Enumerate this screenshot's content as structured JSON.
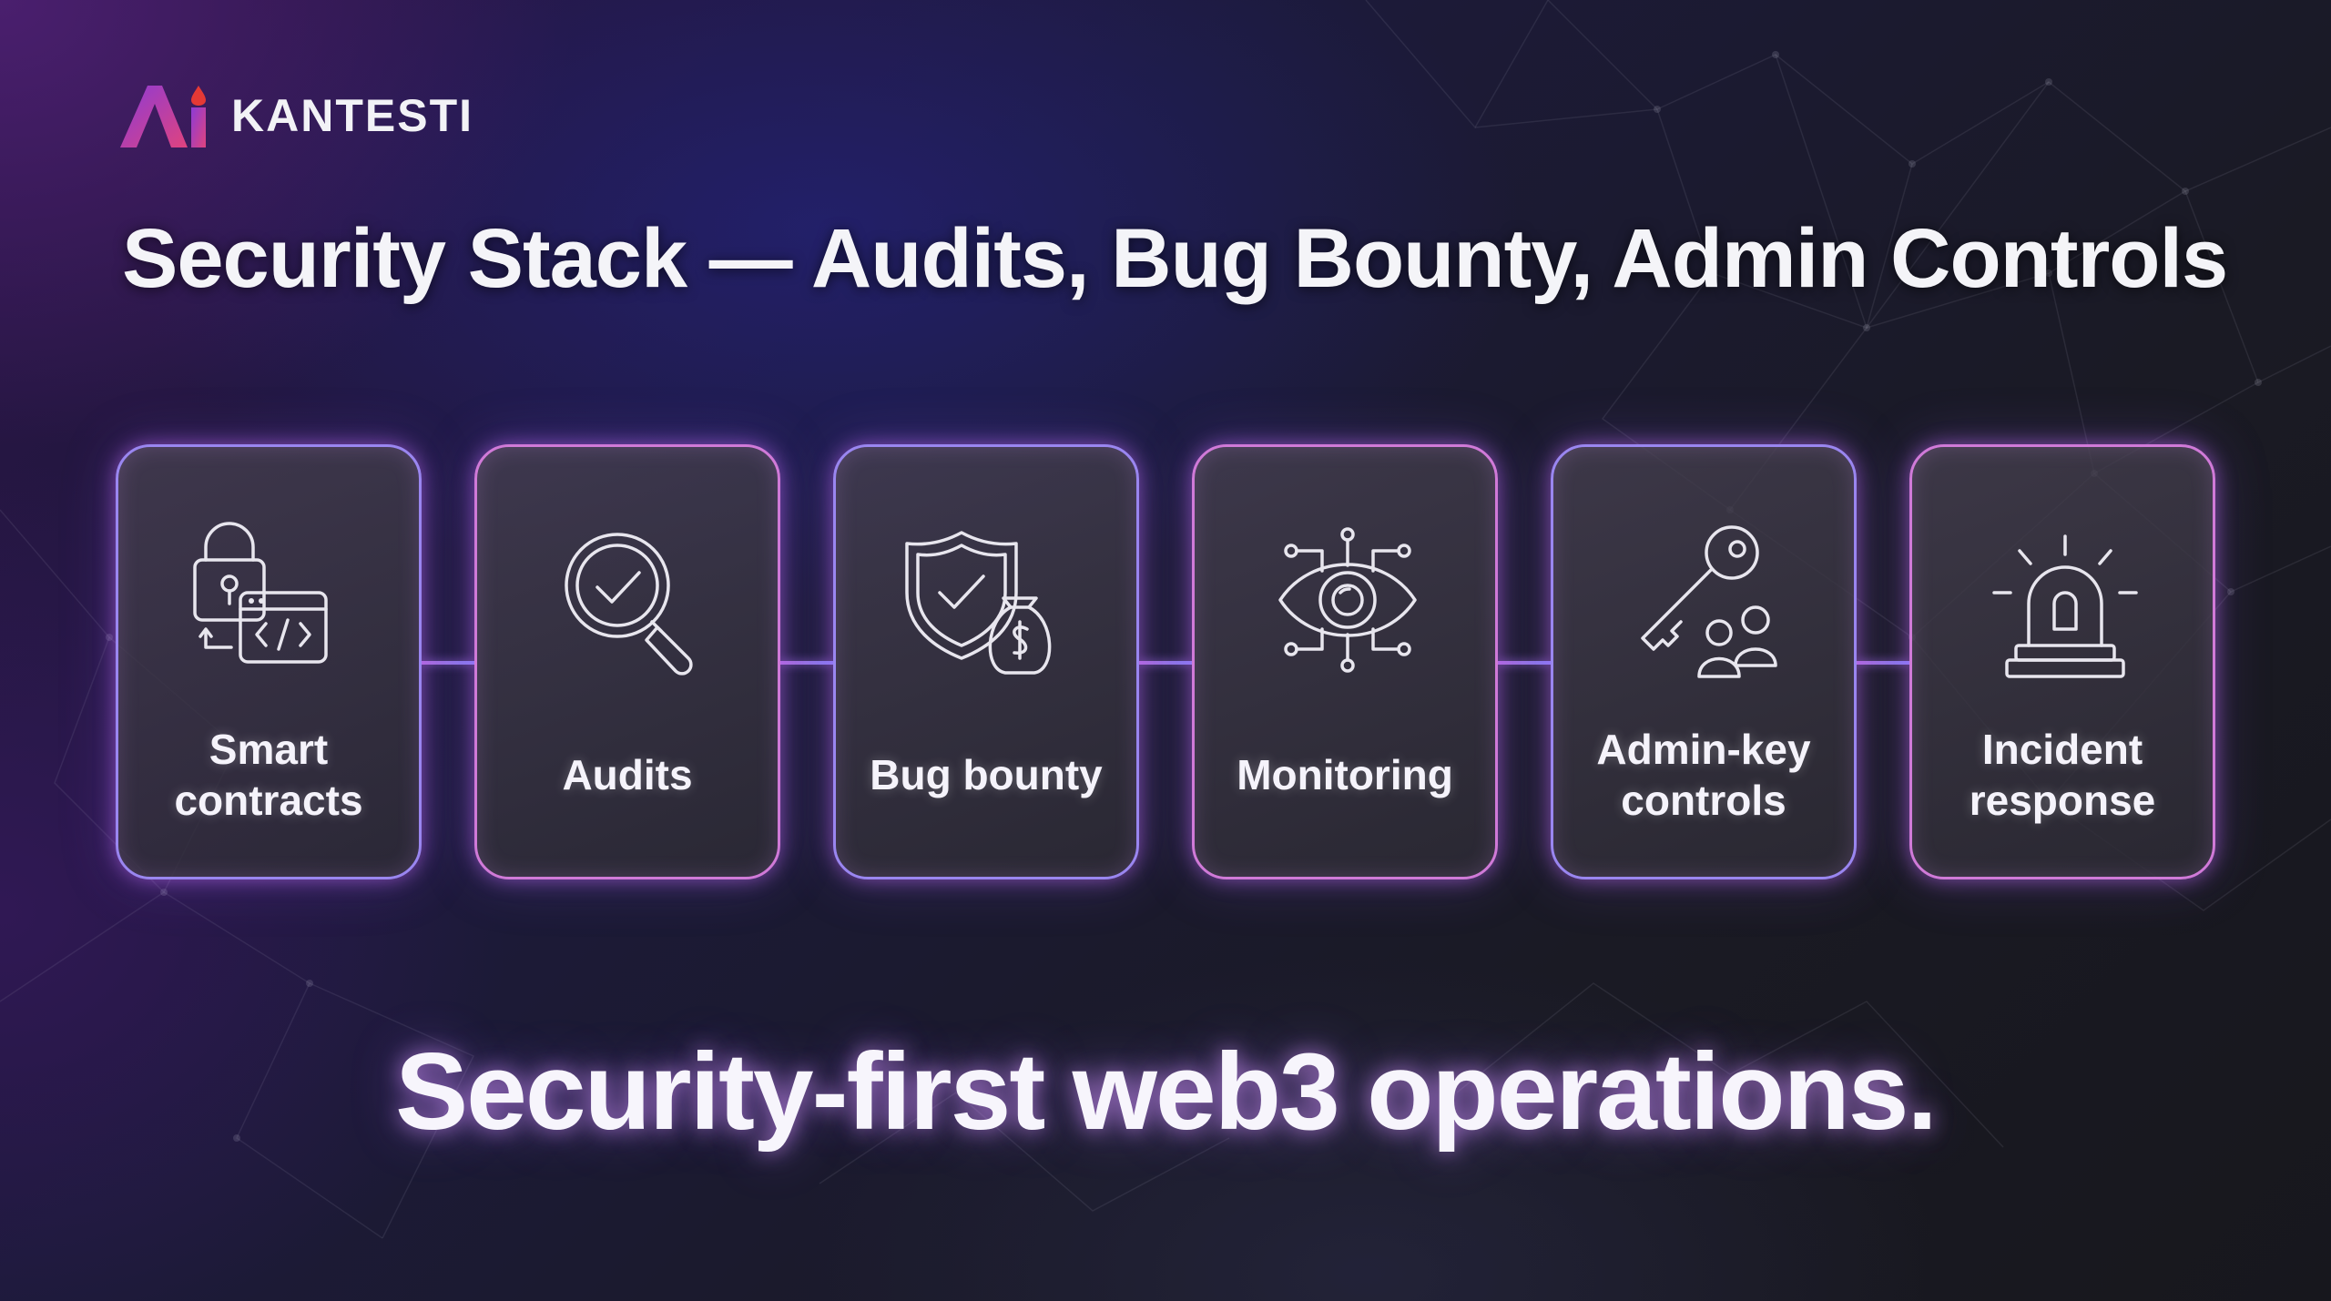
{
  "brand": {
    "name": "KANTESTI",
    "gradient_start": "#8c3bd6",
    "gradient_end": "#e0437e",
    "accent_red": "#e53935"
  },
  "title": "Security Stack — Audits, Bug Bounty, Admin Controls",
  "steps": [
    {
      "label": "Smart contracts",
      "icon": "lock-code-icon"
    },
    {
      "label": "Audits",
      "icon": "magnifier-check-icon"
    },
    {
      "label": "Bug bounty",
      "icon": "shield-money-bag-icon"
    },
    {
      "label": "Monitoring",
      "icon": "eye-network-icon"
    },
    {
      "label": "Admin-key controls",
      "icon": "key-users-icon"
    },
    {
      "label": "Incident response",
      "icon": "siren-alarm-icon"
    }
  ],
  "tagline": "Security-first web3 operations.",
  "colors": {
    "card_border_pink": "#d07ad8",
    "card_border_violet": "#9a86f0",
    "text": "#f5f3fb"
  }
}
